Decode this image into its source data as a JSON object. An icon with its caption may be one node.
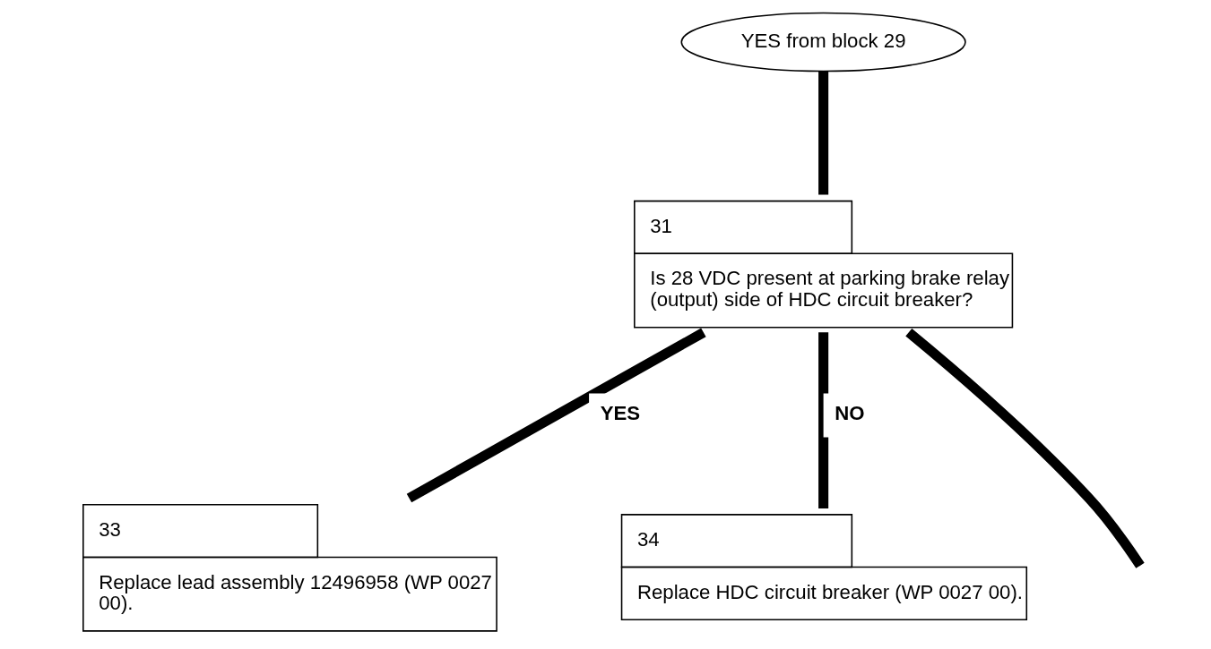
{
  "diagram": {
    "nodes": [
      {
        "text": [
          "YES from block 29"
        ]
      },
      {
        "text": [
          "31",
          "Is 28 VDC present at parking brake relay (output) side of HDC circuit breaker?"
        ]
      },
      {
        "text": [
          "33",
          "Replace lead assembly 12496958 (WP 0027 00)."
        ]
      },
      {
        "text": [
          "34",
          "Replace HDC circuit breaker (WP 0027 00)."
        ]
      }
    ],
    "edges": [
      {
        "from": 0,
        "to": 1,
        "arrow": "none"
      },
      {
        "from": 1,
        "to": 2,
        "arrow": "none",
        "label": "YES"
      },
      {
        "from": 1,
        "to": 3,
        "arrow": "none",
        "label": "NO"
      },
      {
        "from": 1,
        "to": null,
        "arrow": "none"
      }
    ]
  }
}
